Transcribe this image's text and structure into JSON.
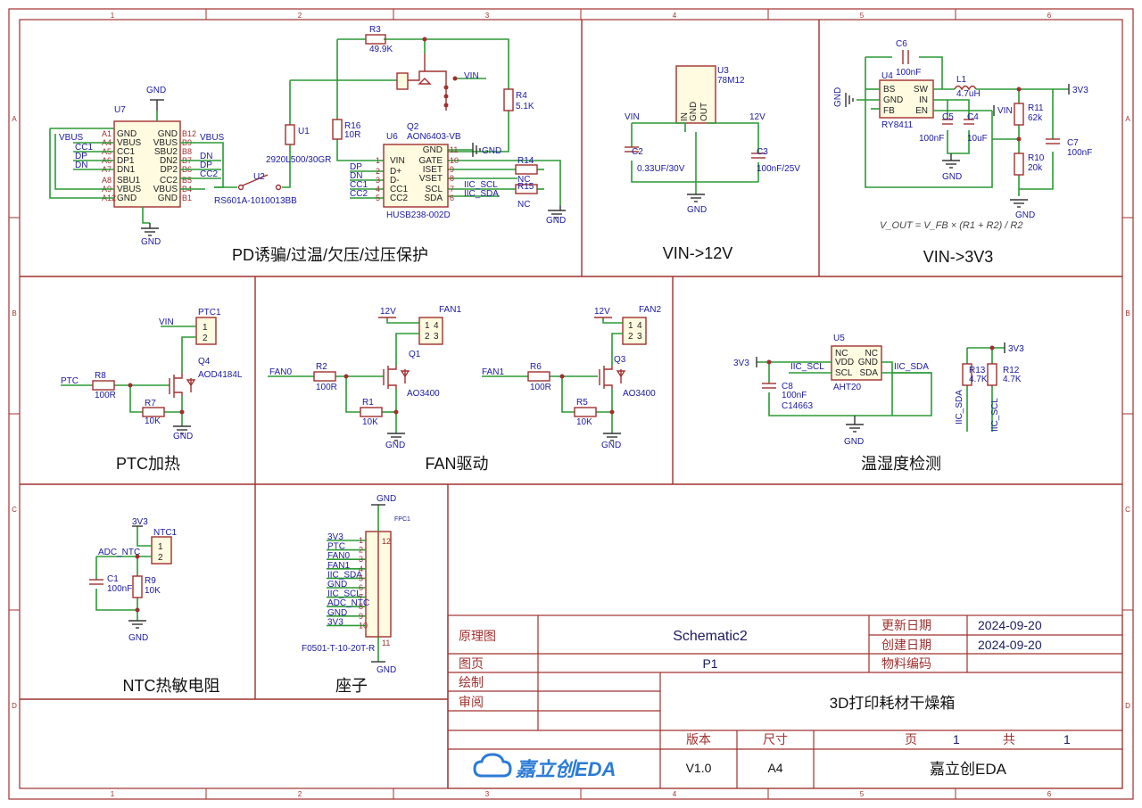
{
  "sections": {
    "pd": "PD诱骗/过温/欠压/过压保护",
    "vin12": "VIN->12V",
    "vin33": "VIN->3V3",
    "ptc": "PTC加热",
    "fan": "FAN驱动",
    "temp": "温湿度检测",
    "ntc": "NTC热敏电阻",
    "conn": "座子"
  },
  "grid": {
    "cols": [
      "1",
      "2",
      "3",
      "4",
      "5",
      "6"
    ],
    "rows": [
      "A",
      "B",
      "C",
      "D"
    ]
  },
  "title_block": {
    "schematic_label": "原理图",
    "schematic_value": "Schematic2",
    "updated_label": "更新日期",
    "updated_value": "2024-09-20",
    "created_label": "创建日期",
    "created_value": "2024-09-20",
    "page_label": "图页",
    "page_value": "P1",
    "material_label": "物料编码",
    "draw_label": "绘制",
    "review_label": "审阅",
    "project_title": "3D打印耗材干燥箱",
    "version_label": "版本",
    "size_label": "尺寸",
    "page_word": "页",
    "page_num": "1",
    "total_word": "共",
    "total_num": "1",
    "version_value": "V1.0",
    "size_value": "A4",
    "company": "嘉立创EDA",
    "logo_text": "嘉立创EDA"
  },
  "pd": {
    "u7": "U7",
    "u2": "U2",
    "u2_part": "RS601A-1010013BB",
    "u1": "U1",
    "u1_part": "2920L500/30GR",
    "r16": "R16",
    "r16_val": "10R",
    "r3": "R3",
    "r3_val": "49.9K",
    "r4": "R4",
    "r4_val": "5.1K",
    "q2": "Q2",
    "q2_part": "AON6403-VB",
    "u6": "U6",
    "u6_part": "HUSB238-002D",
    "r14": "R14",
    "r15": "R15",
    "nc": "NC",
    "gnd": "GND",
    "vin": "VIN",
    "vbus": "VBUS",
    "cc1": "CC1",
    "dp": "DP",
    "dn": "DN",
    "cc2": "CC2",
    "iic_scl": "IIC_SCL",
    "iic_sda": "IIC_SDA",
    "u7_left": [
      "GND",
      "VBUS",
      "CC1",
      "DP1",
      "DN1",
      "SBU1",
      "VBUS",
      "GND"
    ],
    "u7_left_pins": [
      "A1",
      "A4",
      "A5",
      "A6",
      "A7",
      "A8",
      "A9",
      "A12"
    ],
    "u7_right": [
      "GND",
      "VBUS",
      "SBU2",
      "DN2",
      "DP2",
      "CC2",
      "VBUS",
      "GND"
    ],
    "u7_right_pins": [
      "B12",
      "B9",
      "B8",
      "B7",
      "B6",
      "B5",
      "B4",
      "B1"
    ],
    "u6_left": [
      "VIN",
      "D+",
      "D-",
      "CC1",
      "CC2"
    ],
    "u6_right": [
      "GND",
      "GATE",
      "ISET",
      "VSET",
      "SCL",
      "SDA"
    ],
    "u6_left_pins": [
      "1",
      "2",
      "3",
      "4",
      "5"
    ],
    "u6_right_pins": [
      "11",
      "10",
      "9",
      "8",
      "7",
      "6"
    ]
  },
  "vin12": {
    "u3": "U3",
    "u3_part": "78M12",
    "vin": "VIN",
    "v12": "12V",
    "c2": "C2",
    "c2_val": "0.33UF/30V",
    "c3": "C3",
    "c3_val": "100nF/25V",
    "gnd": "GND",
    "pins": [
      "IN",
      "GND",
      "OUT"
    ]
  },
  "vin33": {
    "c6": "C6",
    "c6_val": "100nF",
    "u4": "U4",
    "u4_part": "RY8411",
    "l1": "L1",
    "l1_val": "4.7uH",
    "v33": "3V3",
    "c5": "C5",
    "c5_val": "100nF",
    "c4": "C4",
    "c4_val": "10uF",
    "vin": "VIN",
    "r11": "R11",
    "r11_val": "62k",
    "r10": "R10",
    "r10_val": "20k",
    "c7": "C7",
    "c7_val": "100nF",
    "gnd": "GND",
    "u4_left": [
      "BS",
      "GND",
      "FB"
    ],
    "u4_right": [
      "SW",
      "IN",
      "EN"
    ],
    "formula": "V_OUT = V_FB × (R1 + R2) / R2"
  },
  "ptc": {
    "ptc1": "PTC1",
    "vin": "VIN",
    "ptc_net": "PTC",
    "r8": "R8",
    "r8_val": "100R",
    "r7": "R7",
    "r7_val": "10K",
    "q4": "Q4",
    "q4_part": "AOD4184L",
    "gnd": "GND"
  },
  "fan": {
    "v12": "12V",
    "fan1": "FAN1",
    "fan2": "FAN2",
    "fan0_net": "FAN0",
    "fan1_net": "FAN1",
    "r2": "R2",
    "r2_val": "100R",
    "r1": "R1",
    "r1_val": "10K",
    "q1": "Q1",
    "q1_part": "AO3400",
    "r6": "R6",
    "r6_val": "100R",
    "r5": "R5",
    "r5_val": "10K",
    "q3": "Q3",
    "q3_part": "AO3400",
    "gnd": "GND"
  },
  "temp": {
    "v33": "3V3",
    "c8": "C8",
    "c8_val": "100nF",
    "c8_part": "C14663",
    "u5": "U5",
    "u5_part": "AHT20",
    "iic_scl": "IIC_SCL",
    "iic_sda": "IIC_SDA",
    "r13": "R13",
    "r13_val": "4.7K",
    "r12": "R12",
    "r12_val": "4.7K",
    "gnd": "GND",
    "u5_left": [
      "NC",
      "VDD",
      "SCL"
    ],
    "u5_right": [
      "NC",
      "GND",
      "SDA"
    ]
  },
  "ntc": {
    "v33": "3V3",
    "ntc1": "NTC1",
    "adc": "ADC_NTC",
    "c1": "C1",
    "c1_val": "100nF",
    "r9": "R9",
    "r9_val": "10K",
    "gnd": "GND"
  },
  "conn": {
    "gnd": "GND",
    "fpc": "FPC1",
    "part": "F0501-T-10-20T-R",
    "nets": [
      "3V3",
      "PTC",
      "FAN0",
      "FAN1",
      "IIC_SDA",
      "GND",
      "IIC_SCL",
      "ADC_NTC",
      "GND",
      "3V3"
    ]
  }
}
